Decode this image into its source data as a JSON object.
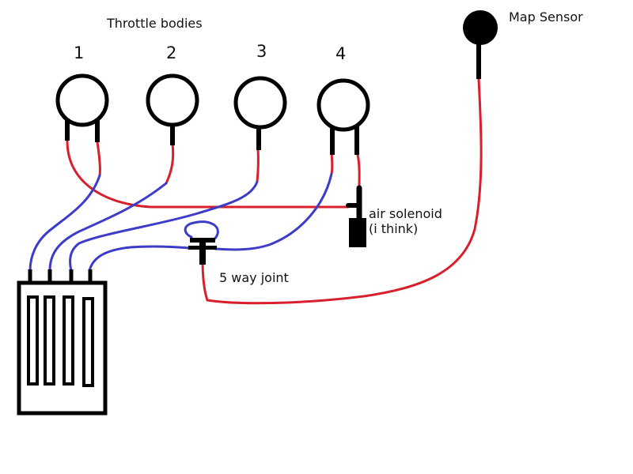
{
  "diagram": {
    "title": "Throttle bodies",
    "throttle_bodies": [
      {
        "label": "1",
        "ports": 2
      },
      {
        "label": "2",
        "ports": 1
      },
      {
        "label": "3",
        "ports": 1
      },
      {
        "label": "4",
        "ports": 2
      }
    ],
    "components": {
      "map_sensor": "Map Sensor",
      "air_solenoid_line1": "air solenoid",
      "air_solenoid_line2": "(i think)",
      "joint": "5 way joint",
      "manifold_ports": 4
    },
    "colors": {
      "red_hose": "#d8202c",
      "blue_hose": "#3c3cc8",
      "outline": "#000000"
    }
  }
}
